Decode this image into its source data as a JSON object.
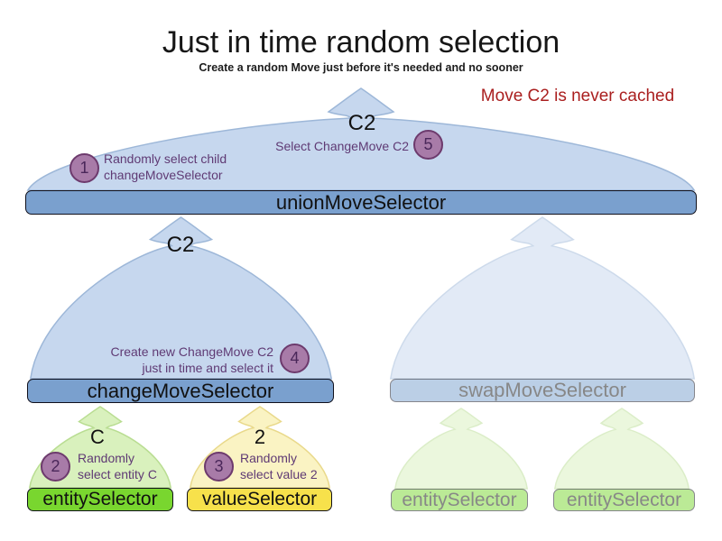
{
  "title": "Just in time random selection",
  "subtitle": "Create a random Move just before it's needed and no sooner",
  "note": "Move C2 is never cached",
  "moves": {
    "union_output": "C2",
    "change_output": "C2",
    "entity_output": "C",
    "value_output": "2"
  },
  "selectors": {
    "union": "unionMoveSelector",
    "change": "changeMoveSelector",
    "swap": "swapMoveSelector",
    "entity": "entitySelector",
    "value": "valueSelector",
    "entity_faded_1": "entitySelector",
    "entity_faded_2": "entitySelector"
  },
  "steps": [
    {
      "n": "1",
      "line1": "Randomly select child",
      "line2": "changeMoveSelector"
    },
    {
      "n": "2",
      "line1": "Randomly",
      "line2": "select entity C"
    },
    {
      "n": "3",
      "line1": "Randomly",
      "line2": "select value 2"
    },
    {
      "n": "4",
      "line1": "Create new ChangeMove C2",
      "line2": "just in time and select it"
    },
    {
      "n": "5",
      "line1": "Select ChangeMove C2"
    }
  ],
  "colors": {
    "funnel_blue": "#c6d7ee",
    "funnel_blue_border": "#9db7d8",
    "bar_blue": "#7aa0ce",
    "funnel_green": "#d9f1bd",
    "funnel_green_border": "#b9dd92",
    "bar_green": "#79d62f",
    "funnel_yellow": "#faf3c3",
    "funnel_yellow_border": "#e9d98b",
    "bar_yellow": "#f7e14b",
    "circle_fill": "#a87ba8",
    "circle_border": "#6d3a6d",
    "circle_text": "#4a275a",
    "step_text": "#5f3a74",
    "note_red": "#aa1f1f"
  }
}
